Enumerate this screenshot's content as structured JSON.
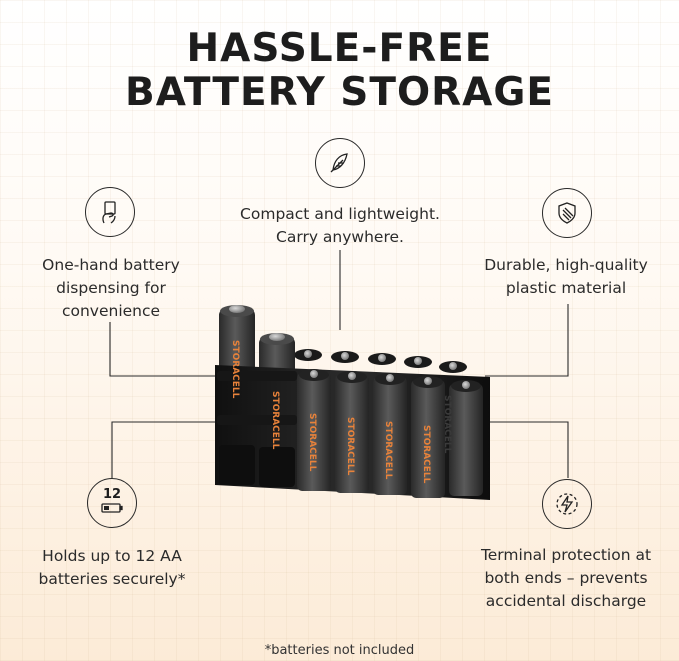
{
  "heading": {
    "line1": "HASSLE-FREE",
    "line2": "BATTERY STORAGE"
  },
  "features": {
    "compact": {
      "icon": "feather-icon",
      "line1": "Compact and lightweight.",
      "line2": "Carry anywhere."
    },
    "one_hand": {
      "icon": "hand-dispense-icon",
      "line1": "One-hand battery",
      "line2": "dispensing for",
      "line3": "convenience"
    },
    "durable": {
      "icon": "shield-icon",
      "line1": "Durable, high-quality",
      "line2": "plastic material"
    },
    "capacity": {
      "icon": "battery-count-icon",
      "badge": "12",
      "line1": "Holds up to 12 AA",
      "line2": "batteries securely*"
    },
    "terminal": {
      "icon": "lightning-protection-icon",
      "line1": "Terminal protection at",
      "line2": "both ends – prevents",
      "line3": "accidental discharge"
    }
  },
  "product": {
    "brand_mark": "STORACELL"
  },
  "footnote": "*batteries not included",
  "colors": {
    "accent": "#e8823a",
    "casing": "#1c1c1c",
    "battery": "#3a3a3a"
  }
}
